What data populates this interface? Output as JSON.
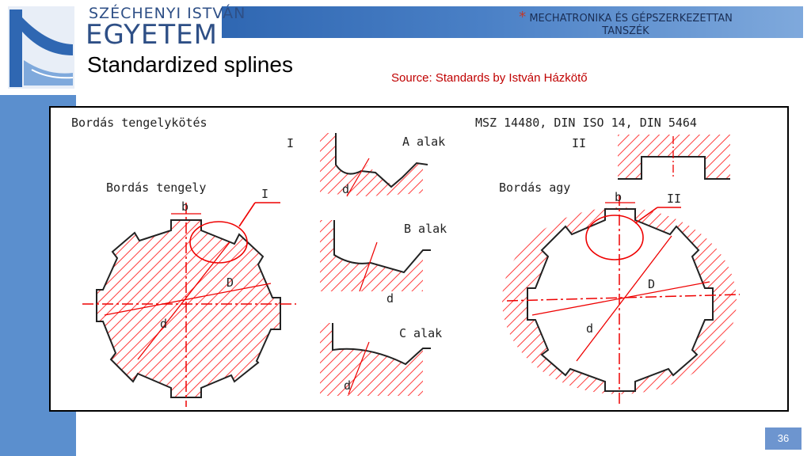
{
  "header": {
    "logo_line1": "SZÉCHENYI ISTVÁN",
    "logo_line2": "EGYETEM",
    "star": "*",
    "department": "MECHATRONIKA ÉS GÉPSZERKEZETTAN TANSZÉK"
  },
  "slide": {
    "title": "Standardized splines",
    "source": "Source: Standards by István Házkötő",
    "page_number": "36"
  },
  "figure": {
    "heading": "Bordás tengelykötés",
    "standards": "MSZ 14480, DIN ISO 14, DIN 5464",
    "shaft_label": "Bordás tengely",
    "hub_label": "Bordás agy",
    "type_a": "A alak",
    "type_b": "B alak",
    "type_c": "C alak",
    "mark_i": "I",
    "mark_ii": "II",
    "dim_b": "b",
    "dim_D": "D",
    "dim_d": "d"
  },
  "colors": {
    "accent": "#5b8fce",
    "hatch": "#ff3b3b",
    "title_red": "#c00000"
  }
}
